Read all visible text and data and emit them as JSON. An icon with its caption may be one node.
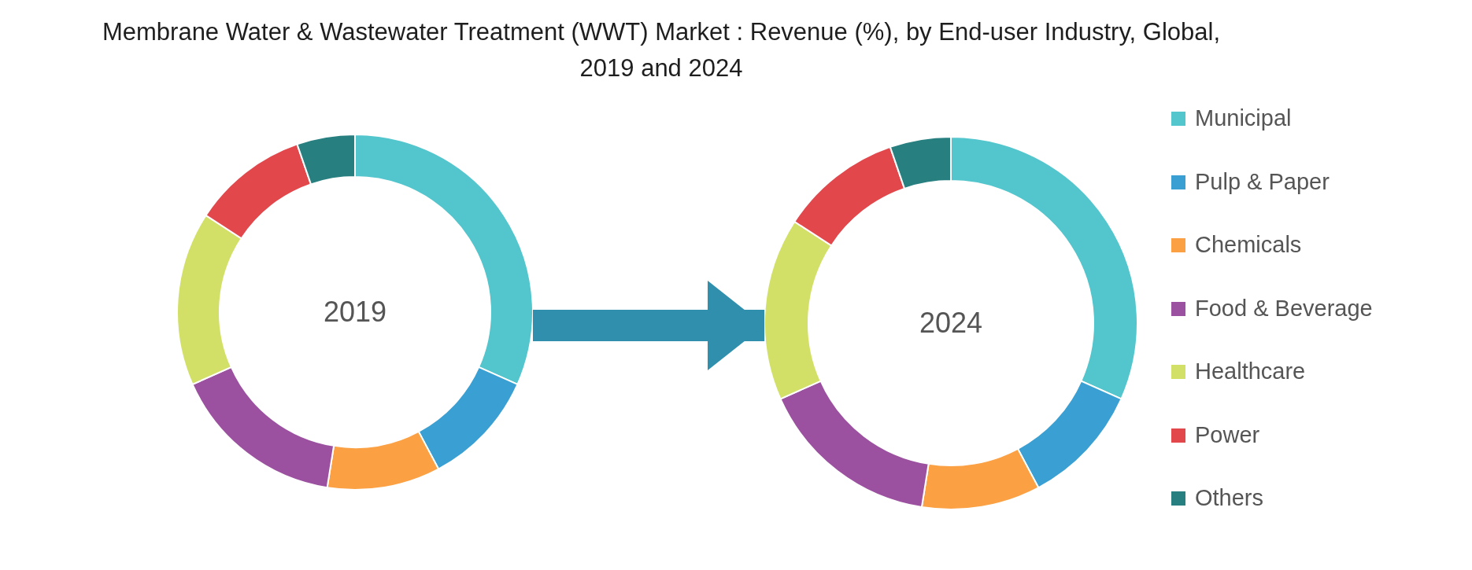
{
  "diagram": {
    "title": "Membrane Water & Wastewater Treatment (WWT) Market : Revenue (%), by End-user Industry, Global, 2019 and 2024",
    "nodes": [
      {
        "text": [
          "2019"
        ]
      },
      {
        "text": [
          "2024"
        ]
      }
    ],
    "edges": [
      {
        "from": 0,
        "to": 1,
        "arrow": "to"
      }
    ],
    "legend": [
      {
        "text": "Municipal",
        "color": "#53c5cc"
      },
      {
        "text": "Pulp & Paper",
        "color": "#3a9fd2"
      },
      {
        "text": "Chemicals",
        "color": "#fba043"
      },
      {
        "text": "Food & Beverage",
        "color": "#9b519f"
      },
      {
        "text": "Healthcare",
        "color": "#d3e068"
      },
      {
        "text": "Power",
        "color": "#e2474c"
      },
      {
        "text": "Others",
        "color": "#277f7f"
      }
    ]
  }
}
